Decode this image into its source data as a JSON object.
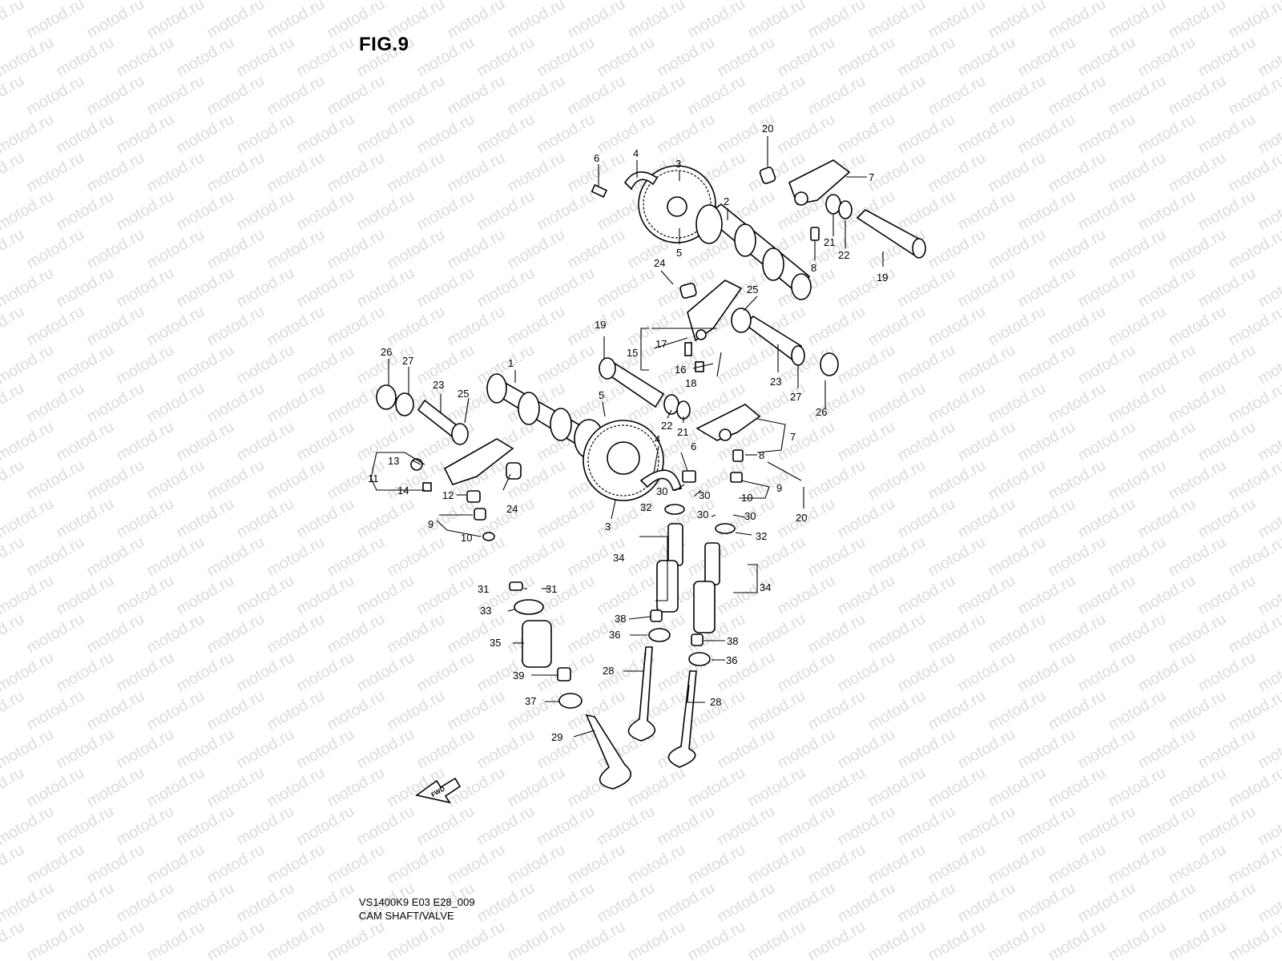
{
  "watermark_text": "motod.ru",
  "figure_title": "FIG.9",
  "fwd_label": "FWD",
  "caption": {
    "model_code": "VS1400K9 E03 E28_009",
    "section_name": "CAM SHAFT/VALVE"
  },
  "callouts": [
    "1",
    "2",
    "3",
    "4",
    "5",
    "6",
    "7",
    "8",
    "9",
    "10",
    "11",
    "12",
    "13",
    "14",
    "15",
    "16",
    "17",
    "18",
    "19",
    "20",
    "21",
    "22",
    "23",
    "24",
    "25",
    "26",
    "27",
    "28",
    "29",
    "30",
    "31",
    "32",
    "33",
    "34",
    "35",
    "36",
    "37",
    "38",
    "39"
  ]
}
